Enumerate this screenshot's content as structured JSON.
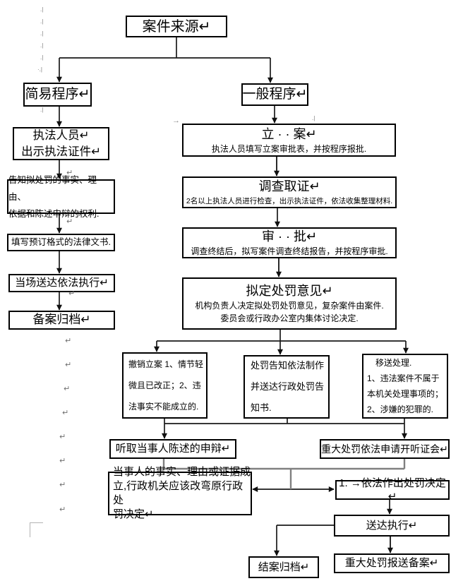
{
  "nodes": {
    "source": {
      "title": "案件来源↵"
    },
    "simple": {
      "title": "简易程序↵"
    },
    "general": {
      "title": "一般程序↵"
    },
    "enforce": {
      "text": "执法人员↵\n出示执法证件↵"
    },
    "inform": {
      "text": "告知拟处罚的事实、理由、\n依据和陈述申辩的权利."
    },
    "fill": {
      "text": "填写预订格式的法律文书."
    },
    "onsite": {
      "text": "当场送达依法执行↵"
    },
    "record": {
      "text": "备案归档↵"
    },
    "filing": {
      "title": "立 · · 案↵",
      "caption": "执法人员填写立案审批表，并按程序报批."
    },
    "invest": {
      "title": "调查取证↵",
      "caption": "2名以上执法人员进行检查，出示执法证件，依法收集整理材料."
    },
    "approve": {
      "title": "审 · · 批↵",
      "caption": "调查终结后，拟写案件调查终结报告，并按程序审批."
    },
    "draft": {
      "title": "拟定处罚意见↵",
      "caption": "机构负责人决定拟处罚处罚意见，复杂案件由案件.\n委员会或行政办公室内集体讨论决定."
    },
    "withdraw": {
      "text": "撤销立案 1、情节轻\n微且已改正；2、违\n法事实不能成立的."
    },
    "notify": {
      "text": "处罚告知依法制作\n并送达行政处罚告\n知书."
    },
    "transfer": {
      "text": "　移送处理.\n1、违法案件不属于\n本机关处理事项的；\n2、涉嫌的犯罪的."
    },
    "listen": {
      "text": "听取当事人陈述的申辩↵"
    },
    "hearing": {
      "text": "重大处罚依法申请开听证会↵"
    },
    "change": {
      "text": "当事人的事实、理由或证据成\n立,行政机关应该改弯原行政处\n罚决定↵"
    },
    "decide": {
      "text": "1. →依法作出处罚决定↵"
    },
    "serve": {
      "text": "送达执行↵"
    },
    "close": {
      "text": "结案归档↵"
    },
    "major": {
      "text": "重大处罚报送备案↵"
    }
  },
  "marks": {
    "line_start": ".|",
    "dot_line_start": "·.|",
    "pilcrow": "↵",
    "tab_arrow": "→"
  },
  "colors": {
    "line": "#1a1a1a",
    "gray_line": "#808080"
  }
}
